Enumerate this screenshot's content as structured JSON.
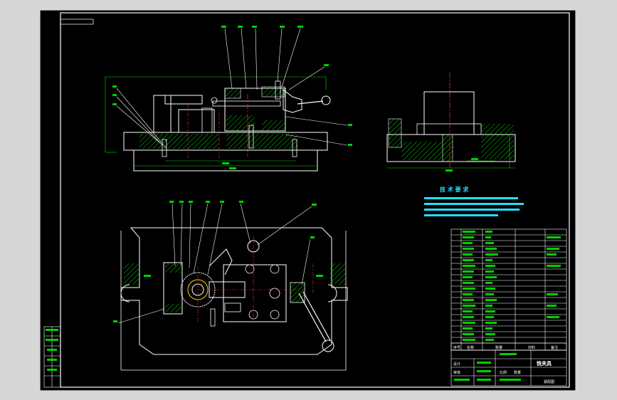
{
  "app": {
    "canvas_background": "#000000",
    "window_background": "#d6d6d6"
  },
  "colors": {
    "frame": "#ffffff",
    "outline": "#ffffff",
    "hatch": "#00d000",
    "center_line": "#ff2020",
    "dimension": "#00e000",
    "notes_text": "#20e0ff",
    "leader": "#ffffff"
  },
  "drawing": {
    "notes_title": "技 术 要 求",
    "title_block": {
      "drawing_title": "铣夹具",
      "subtitle": "装配图",
      "scale_label": "比例",
      "qty_label": "数量",
      "design_label": "设计",
      "check_label": "审核",
      "seq_label": "序号",
      "name_label": "名称",
      "count_label": "数量",
      "material_label": "材料",
      "note_label": "备注"
    }
  }
}
